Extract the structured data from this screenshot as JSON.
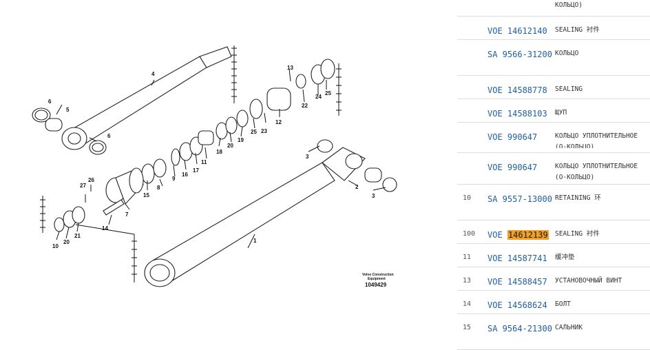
{
  "diagram": {
    "caption_line1": "Volvo Construction",
    "caption_line2": "Equipment",
    "drawing_number": "1049429",
    "callouts": [
      "1",
      "2",
      "3",
      "3",
      "4",
      "5",
      "6",
      "6",
      "7",
      "8",
      "9",
      "10",
      "11",
      "12",
      "13",
      "14",
      "15",
      "16",
      "17",
      "18",
      "19",
      "20",
      "20",
      "21",
      "22",
      "23",
      "24",
      "25",
      "25",
      "26",
      "27"
    ]
  },
  "parts_list": [
    {
      "pos": "",
      "part": "",
      "desc": "КОЛЬЦО)"
    },
    {
      "pos": "",
      "part": "VOE 14612140",
      "desc": "SEALING 衬件"
    },
    {
      "pos": "",
      "part": "SA 9566-31200",
      "desc": "КОЛЬЦО"
    },
    {
      "pos": "",
      "part": "VOE 14588778",
      "desc": "SEALING"
    },
    {
      "pos": "",
      "part": "VOE 14588103",
      "desc": "ЩУП"
    },
    {
      "pos": "",
      "part": "VOE 990647",
      "desc": "КОЛЬЦО УПЛОТНИТЕЛЬНОЕ (О-КОЛЬЦО)"
    },
    {
      "pos": "",
      "part": "VOE 990647",
      "desc": "КОЛЬЦО УПЛОТНИТЕЛЬНОЕ (О-КОЛЬЦО)"
    },
    {
      "pos": "10",
      "part": "SA 9557-13000",
      "desc": "RETAINING 环"
    },
    {
      "pos": "100",
      "part_prefix": "VOE ",
      "part_highlight": "14612139",
      "desc": "SEALING 衬件"
    },
    {
      "pos": "11",
      "part": "VOE 14587741",
      "desc": "缓冲垫"
    },
    {
      "pos": "13",
      "part": "VOE 14588457",
      "desc": "УСТАНОВОЧНЫЙ ВИНТ"
    },
    {
      "pos": "14",
      "part": "VOE 14568624",
      "desc": "БОЛТ"
    },
    {
      "pos": "15",
      "part": "SA 9564-21300",
      "desc": "САЛЬНИК"
    }
  ],
  "colors": {
    "link": "#1f5fa0",
    "highlight": "#f0a028",
    "divider": "#dcdcdc"
  }
}
